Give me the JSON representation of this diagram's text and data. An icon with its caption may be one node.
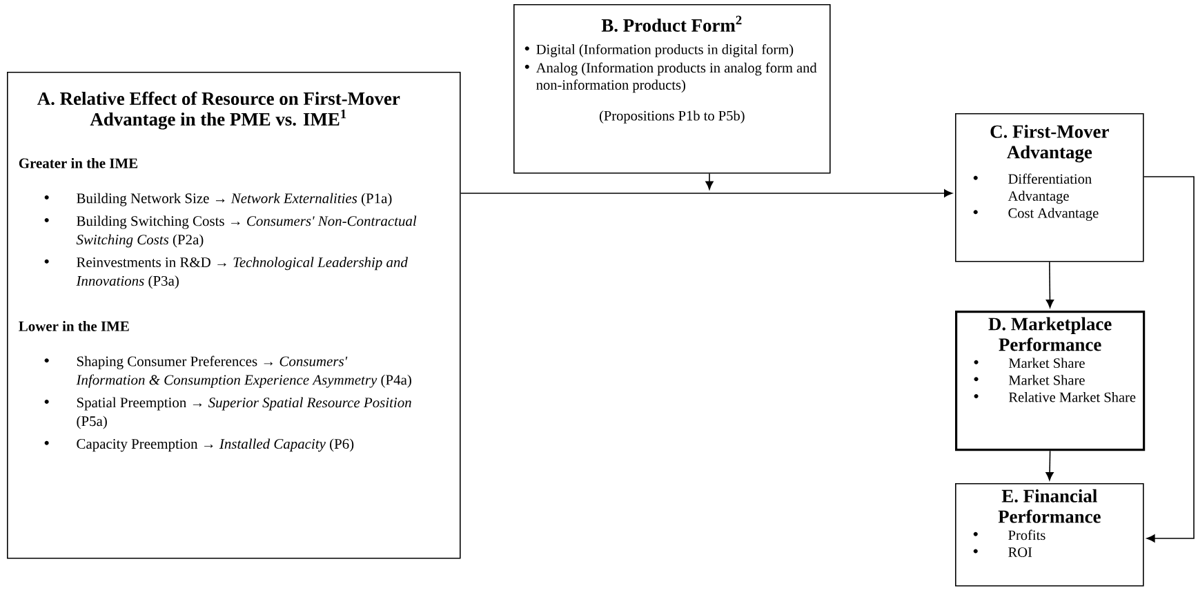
{
  "diagram": {
    "nodes": [
      {
        "text": [
          "A. Relative Effect of Resource on First-Mover Advantage in the PME vs. IME$^{1}$",
          "Greater in the IME",
          "Building Network Size → *Network Externalities* (P1a)",
          "Building Switching Costs → *Consumers' Non-Contractual Switching Costs* (P2a)",
          "Reinvestments in R&D → *Technological Leadership and Innovations* (P3a)",
          "Lower in the IME",
          "Shaping Consumer Preferences → *Consumers' Information & Consumption Experience Asymmetry* (P4a)",
          "Spatial Preemption → *Superior Spatial Resource Position* (P5a)",
          "Capacity Preemption → *Installed Capacity* (P6)"
        ]
      },
      {
        "text": [
          "B. Product Form$^{2}$",
          "Digital (Information products in digital form)",
          "Analog (Information products in analog form and non-information products)",
          "(Propositions P1b to P5b)"
        ]
      },
      {
        "text": [
          "C. First-Mover Advantage",
          "Differentiation Advantage",
          "Cost Advantage"
        ]
      },
      {
        "text": [
          "D. Marketplace Performance",
          "Market Share",
          "Market Share",
          "Relative Market Share"
        ]
      },
      {
        "text": [
          "E. Financial Performance",
          "Profits",
          "ROI"
        ]
      }
    ],
    "edges": [
      {
        "from": 0,
        "to": 2,
        "arrow": "to"
      },
      {
        "from": 1,
        "to": null,
        "arrow": "to"
      },
      {
        "from": 2,
        "to": 3,
        "arrow": "to"
      },
      {
        "from": 3,
        "to": 4,
        "arrow": "to"
      },
      {
        "from": 2,
        "to": 4,
        "arrow": "to"
      }
    ]
  }
}
